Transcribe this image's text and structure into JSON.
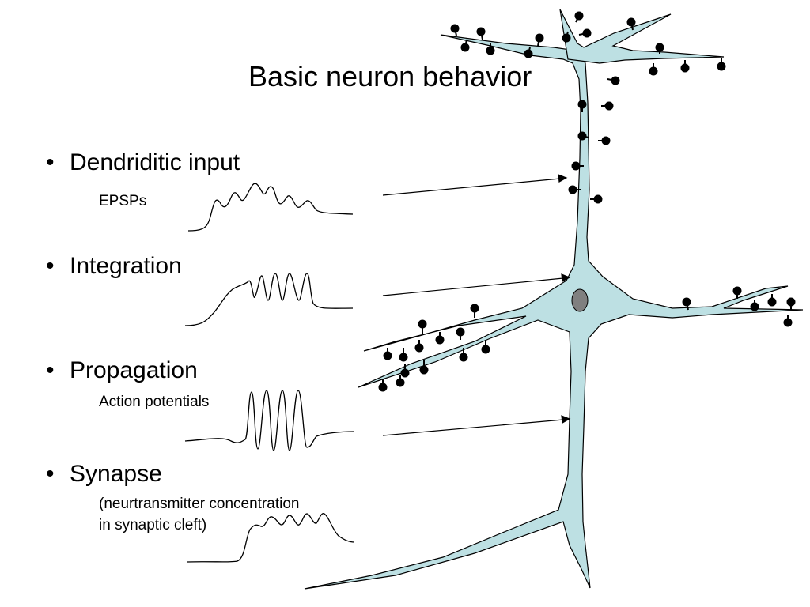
{
  "title": "Basic neuron behavior",
  "bullets": [
    {
      "label": "Dendriditic input",
      "sub": "EPSPs"
    },
    {
      "label": "Integration"
    },
    {
      "label": "Propagation",
      "sub": "Action potentials"
    },
    {
      "label": "Synapse",
      "sub_line1": "(neurtransmitter concentration",
      "sub_line2": "in synaptic cleft)"
    }
  ],
  "bullet_symbol": "•",
  "colors": {
    "neuron_fill": "#bde0e3",
    "nucleus_fill": "#808080",
    "line": "#000000"
  }
}
